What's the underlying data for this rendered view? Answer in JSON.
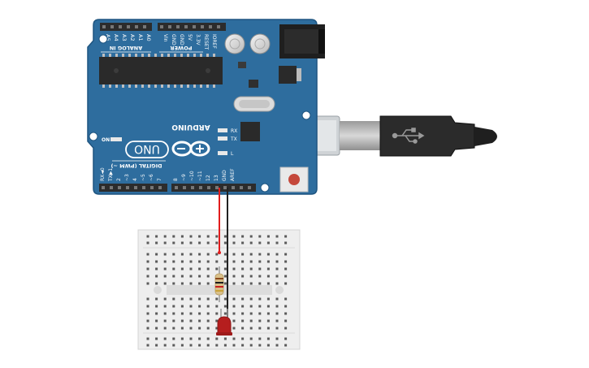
{
  "board": {
    "analog_header": [
      "A5",
      "A4",
      "A3",
      "A2",
      "A1",
      "A0"
    ],
    "analog_label": "ANALOG IN",
    "power_header": [
      "Vin",
      "GND",
      "GND",
      "5V",
      "3.3V",
      "RESET",
      "IOREF"
    ],
    "power_label": "POWER",
    "brand": "ARDUINO",
    "model": "UNO",
    "on_label": "ON",
    "rx_label": "RX",
    "tx_label": "TX",
    "l_label": "L",
    "digital_label": "DIGITAL (PWM ~)",
    "digital_pins": [
      "RX◄0",
      "TX▶1",
      "2",
      "~3",
      "4",
      "~5",
      "~6",
      "7",
      "8",
      "~9",
      "~10",
      "~11",
      "12",
      "13",
      "GND",
      "AREF"
    ]
  },
  "colors": {
    "board": "#2e6d9e",
    "board_edge": "#1f5580",
    "wire_red": "#e21d1d",
    "wire_black": "#222222",
    "led": "#b51e1e",
    "breadboard": "#eeeeee",
    "usb_plug": "#2b2b2b"
  },
  "icons": [
    "usb-icon",
    "infinity-logo-icon"
  ]
}
